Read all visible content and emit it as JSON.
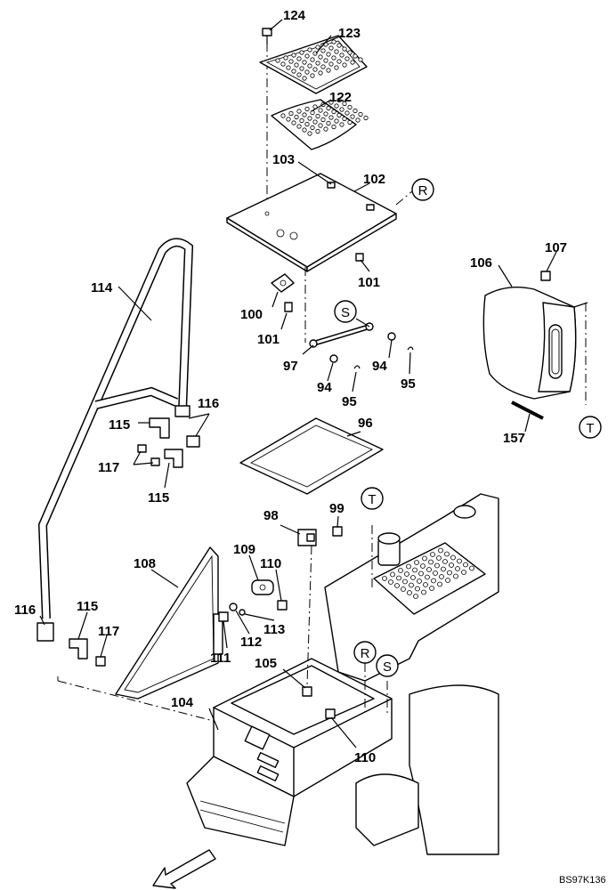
{
  "diagram": {
    "code": "BS97K136",
    "callouts": {
      "c124": "124",
      "c123": "123",
      "c122": "122",
      "c103": "103",
      "c102": "102",
      "c114": "114",
      "c107": "107",
      "c106": "106",
      "c101a": "101",
      "c100": "100",
      "c101b": "101",
      "c97": "97",
      "c94a": "94",
      "c94b": "94",
      "c95a": "95",
      "c95b": "95",
      "c116a": "116",
      "c115a": "115",
      "c117a": "117",
      "c115b": "115",
      "c96": "96",
      "c157": "157",
      "c98": "98",
      "c99": "99",
      "c108": "108",
      "c109": "109",
      "c110a": "110",
      "c116b": "116",
      "c115c": "115",
      "c117b": "117",
      "c112": "112",
      "c113": "113",
      "c111": "111",
      "c105": "105",
      "c104": "104",
      "c110b": "110"
    },
    "refs": {
      "r1": "R",
      "s1": "S",
      "t1": "T",
      "t2": "T",
      "r2": "R",
      "s2": "S"
    }
  }
}
